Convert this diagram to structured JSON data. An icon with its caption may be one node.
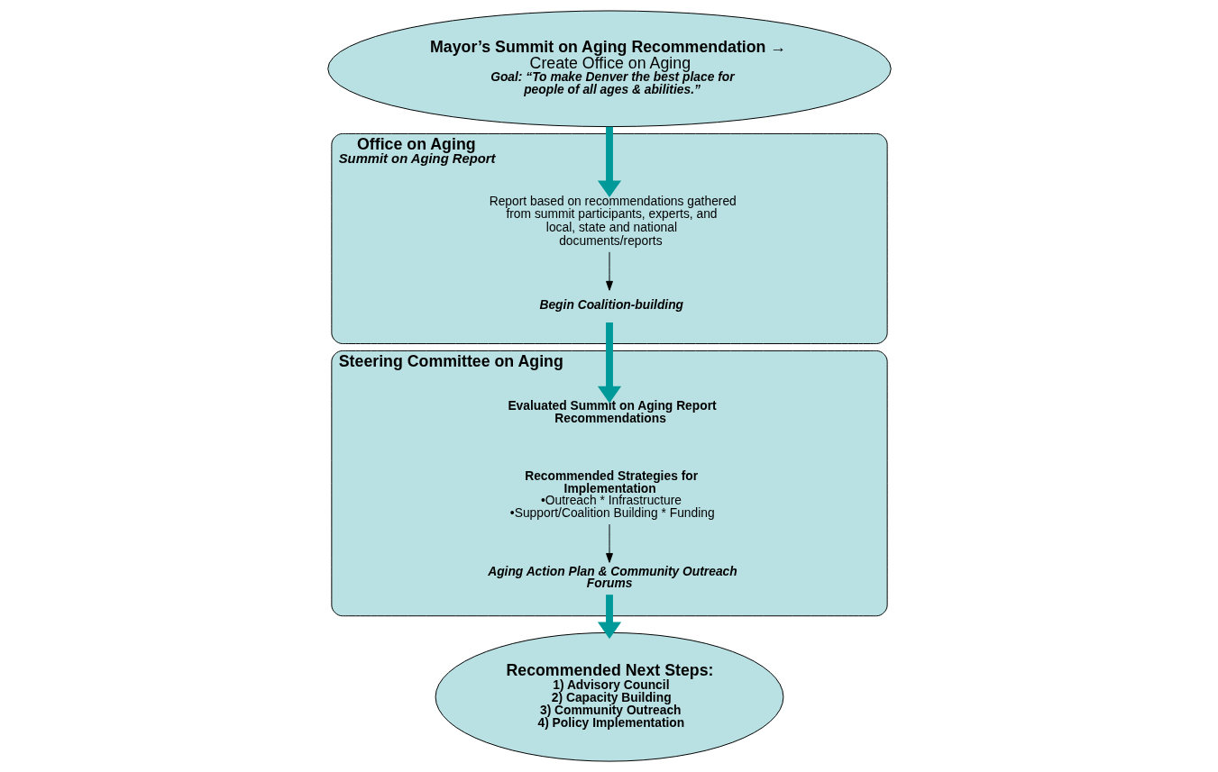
{
  "diagram": {
    "nodes": [
      {
        "text": [
          "Mayor’s Summit on Aging Recommendation →",
          "Create Office on Aging",
          "Goal: “To make Denver the best place for people of all ages & abilities.”"
        ]
      },
      {
        "text": [
          "Office on Aging",
          "Summit on Aging Report"
        ]
      },
      {
        "text": [
          "Report based on recommendations gathered from summit participants, experts, and local, state and national documents/reports"
        ],
        "in": 1
      },
      {
        "text": [
          "Begin Coalition-building"
        ],
        "in": 1
      },
      {
        "text": [
          "Steering Committee on Aging"
        ]
      },
      {
        "text": [
          "Evaluated Summit on Aging Report Recommendations"
        ],
        "in": 4
      },
      {
        "text": [
          "Recommended Strategies for Implementation",
          "•Outreach * Infrastructure",
          "•Support/Coalition Building * Funding"
        ],
        "in": 4
      },
      {
        "text": [
          "Aging Action Plan & Community Outreach Forums"
        ],
        "in": 4
      },
      {
        "text": [
          "Recommended Next Steps:",
          "1) Advisory Council",
          "2) Capacity Building",
          "3) Community Outreach",
          "4) Policy Implementation"
        ]
      }
    ],
    "edges": [
      {
        "from": 0,
        "to": 2,
        "arrow": "to"
      },
      {
        "from": 2,
        "to": 3,
        "arrow": "to",
        "color": "#000000"
      },
      {
        "from": 3,
        "to": 5,
        "arrow": "to"
      },
      {
        "from": 6,
        "to": 7,
        "arrow": "to",
        "color": "#000000"
      },
      {
        "from": 7,
        "to": 8,
        "arrow": "to"
      }
    ]
  }
}
